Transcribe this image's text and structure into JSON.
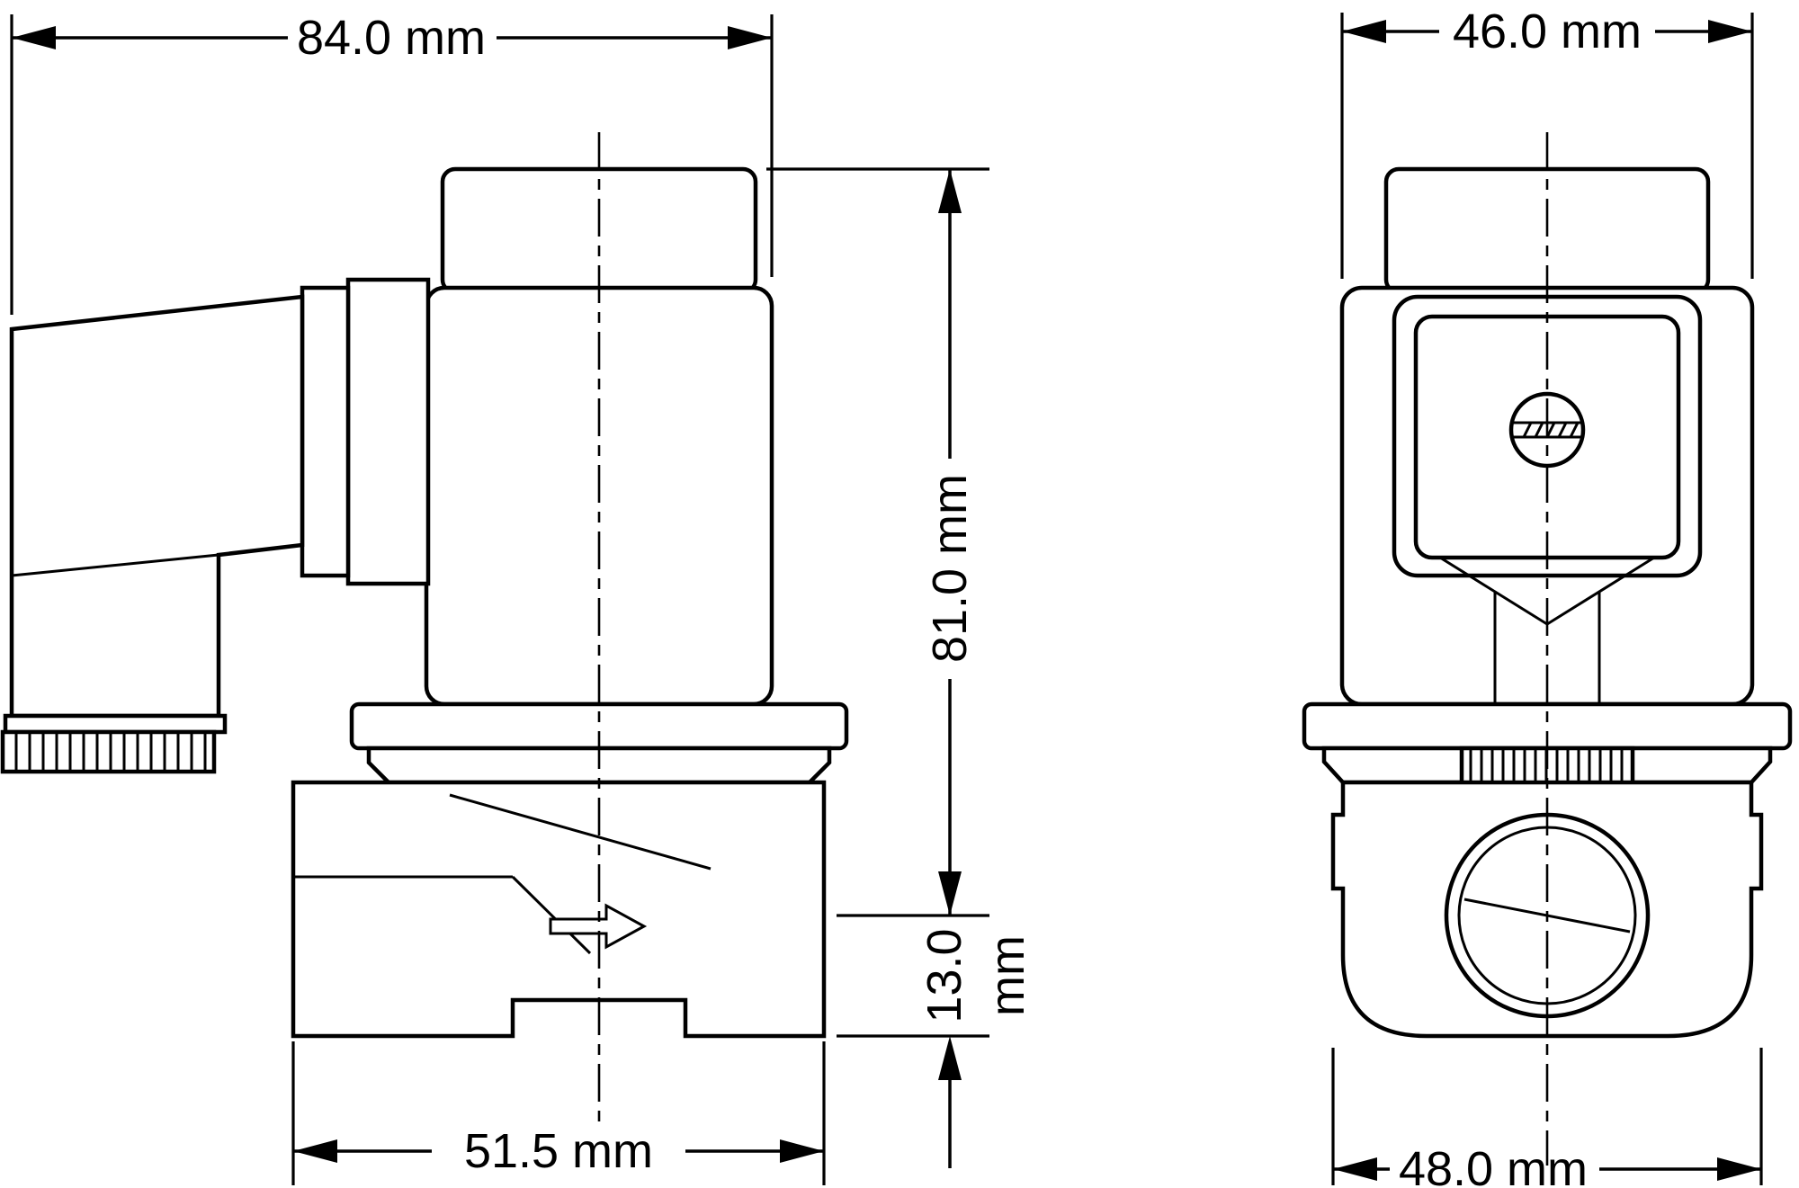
{
  "drawing": {
    "type": "technical-dimension-drawing",
    "subject": "solenoid-valve",
    "units": "mm",
    "colors": {
      "line": "#000000",
      "background": "#ffffff"
    }
  },
  "dimensions": {
    "overall_width": {
      "label": "84.0 mm"
    },
    "coil_width": {
      "label": "46.0 mm"
    },
    "height_to_port_axis": {
      "label": "81.0 mm"
    },
    "port_axis_height": {
      "value": "13.0",
      "unit": "mm"
    },
    "body_length": {
      "label": "51.5 mm"
    },
    "body_width": {
      "label": "48.0 mm"
    }
  }
}
